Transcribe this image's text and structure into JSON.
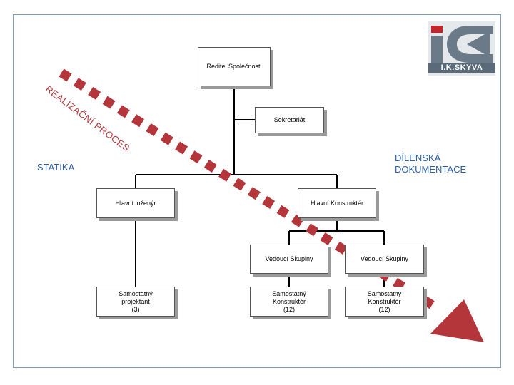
{
  "logo": {
    "text": "I.K.SKYVA",
    "colors": {
      "red": "#c0272d",
      "gray": "#6b7a89"
    }
  },
  "labels": {
    "left": "STATIKA",
    "right": "DÍLENSKÁ\nDOKUMENTACE",
    "process": "REALIZAČNÍ PROCES"
  },
  "nodes": {
    "director": "Ředitel Společnosti",
    "secretariat": "Sekretariát",
    "chief_engineer": "Hlavní inženýr",
    "chief_designer": "Hlavní Konstruktér",
    "group_leader_1": "Vedoucí Skupiny",
    "group_leader_2": "Vedoucí Skupiny",
    "designer_left": "Samostatný\nprojektant\n(3)",
    "designer_mid": "Samostatný\nKonstruktér\n(12)",
    "designer_right": "Samostatný\nKonstruktér\n(12)"
  },
  "colors": {
    "accent_red": "#b5363a",
    "label_blue": "#2d5fa6"
  }
}
